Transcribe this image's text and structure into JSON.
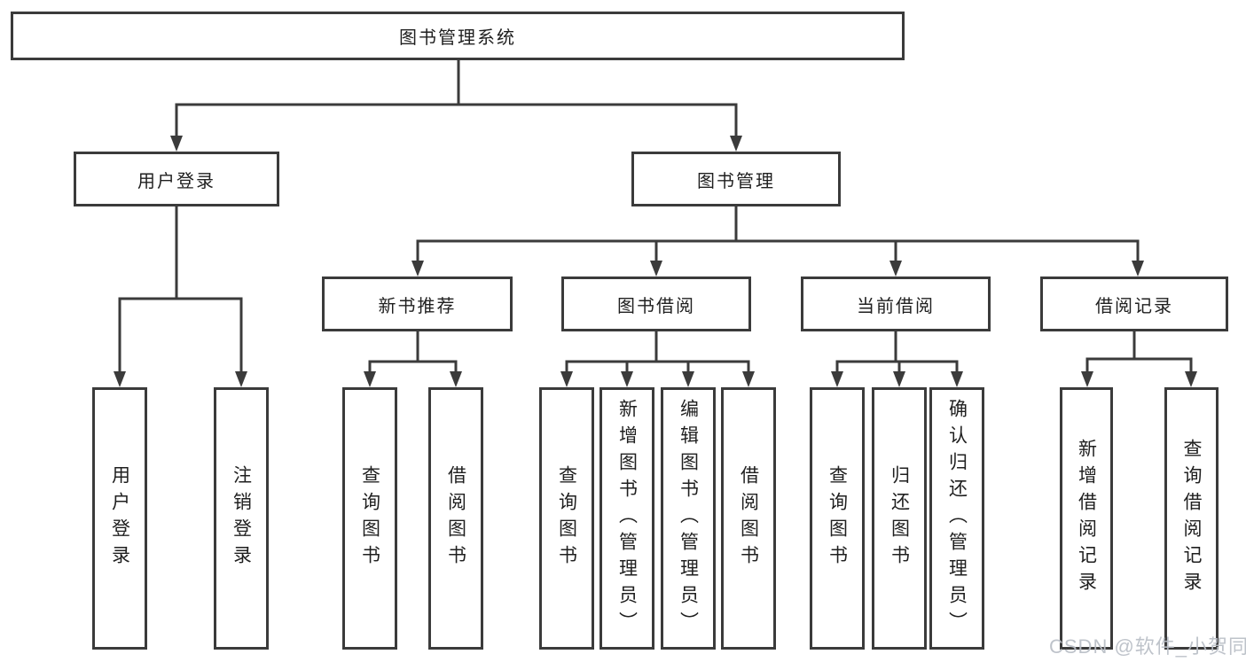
{
  "tree": {
    "label": "图书管理系统",
    "children": [
      {
        "label": "用户登录",
        "children": [
          {
            "label": "用户登录"
          },
          {
            "label": "注销登录"
          }
        ]
      },
      {
        "label": "图书管理",
        "children": [
          {
            "label": "新书推荐",
            "children": [
              {
                "label": "查询图书"
              },
              {
                "label": "借阅图书"
              }
            ]
          },
          {
            "label": "图书借阅",
            "children": [
              {
                "label": "查询图书"
              },
              {
                "label": "新增图书（管理员）"
              },
              {
                "label": "编辑图书（管理员）"
              },
              {
                "label": "借阅图书"
              }
            ]
          },
          {
            "label": "当前借阅",
            "children": [
              {
                "label": "查询图书"
              },
              {
                "label": "归还图书"
              },
              {
                "label": "确认归还（管理员）"
              }
            ]
          },
          {
            "label": "借阅记录",
            "children": [
              {
                "label": "新增借阅记录"
              },
              {
                "label": "查询借阅记录"
              }
            ]
          }
        ]
      }
    ]
  },
  "watermark": {
    "text": "CSDN @软件_小贺同学"
  },
  "colors": {
    "line": "#3b3b3b",
    "text": "#1f1f1f",
    "background": "#ffffff",
    "watermark": "#b9bec6"
  }
}
